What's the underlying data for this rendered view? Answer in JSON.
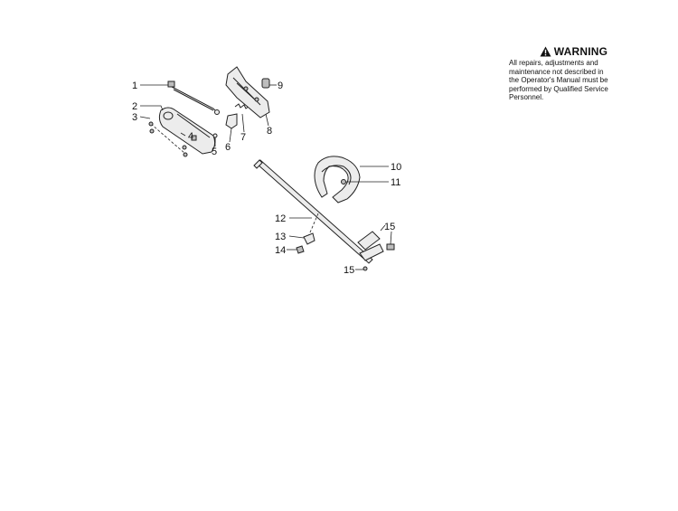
{
  "warning": {
    "icon": "warning-triangle-icon",
    "title": "WARNING",
    "lines": [
      "All repairs, adjustments and",
      "maintenance not described in",
      "the Operator's Manual must be",
      "performed by Qualified Service",
      "Personnel."
    ]
  },
  "callouts": {
    "c1": "1",
    "c2": "2",
    "c3": "3",
    "c4": "4",
    "c5": "5",
    "c6": "6",
    "c7": "7",
    "c8": "8",
    "c9": "9",
    "c10": "10",
    "c11": "11",
    "c12": "12",
    "c13": "13",
    "c14": "14",
    "c15a": "15",
    "c15b": "15"
  }
}
